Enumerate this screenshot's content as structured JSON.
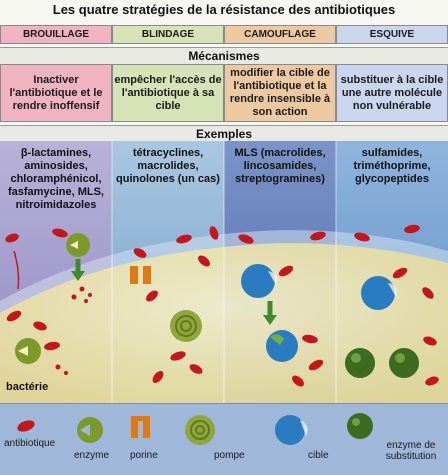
{
  "title": "Les quatre stratégies de la résistance des antibiotiques",
  "strategies": [
    {
      "name": "BROUILLAGE",
      "color": "#f0b3c0",
      "mechanism": "Inactiver l'antibiotique et le rendre inoffensif",
      "examples": "β-lactamines, aminosides, chloramphénicol, fasfamycine, MLS, nitroimidazoles"
    },
    {
      "name": "BLINDAGE",
      "color": "#d6e3b6",
      "mechanism": "empêcher l'accès de l'antibiotique à sa cible",
      "examples": "tétracyclines, macrolides, quinolones (un cas)"
    },
    {
      "name": "CAMOUFLAGE",
      "color": "#ecc9a1",
      "mechanism": "modifier la cible de l'antibiotique et la rendre insensible à son action",
      "examples": "MLS (macrolides, lincosamides, streptogramines)"
    },
    {
      "name": "ESQUIVE",
      "color": "#c9d6ee",
      "mechanism": "substituer à la cible une autre molécule non vulnérable",
      "examples": "sulfamides, triméthoprime, glycopeptides"
    }
  ],
  "sections": {
    "mechanisms": "Mécanismes",
    "examples": "Exemples"
  },
  "bacteria_label": "bactérie",
  "legend": {
    "antibiotic": "antibiotique",
    "enzyme": "enzyme",
    "porin": "porine",
    "pump": "pompe",
    "target": "cible",
    "substitution_enzyme": "enzyme de substitution"
  },
  "colors": {
    "antibiotic": "#c4161c",
    "enzyme": "#7c9a2a",
    "porin": "#e07a10",
    "pump": "#8ea63a",
    "target": "#2a7cc0",
    "substitution_enzyme": "#3d6b1f"
  }
}
